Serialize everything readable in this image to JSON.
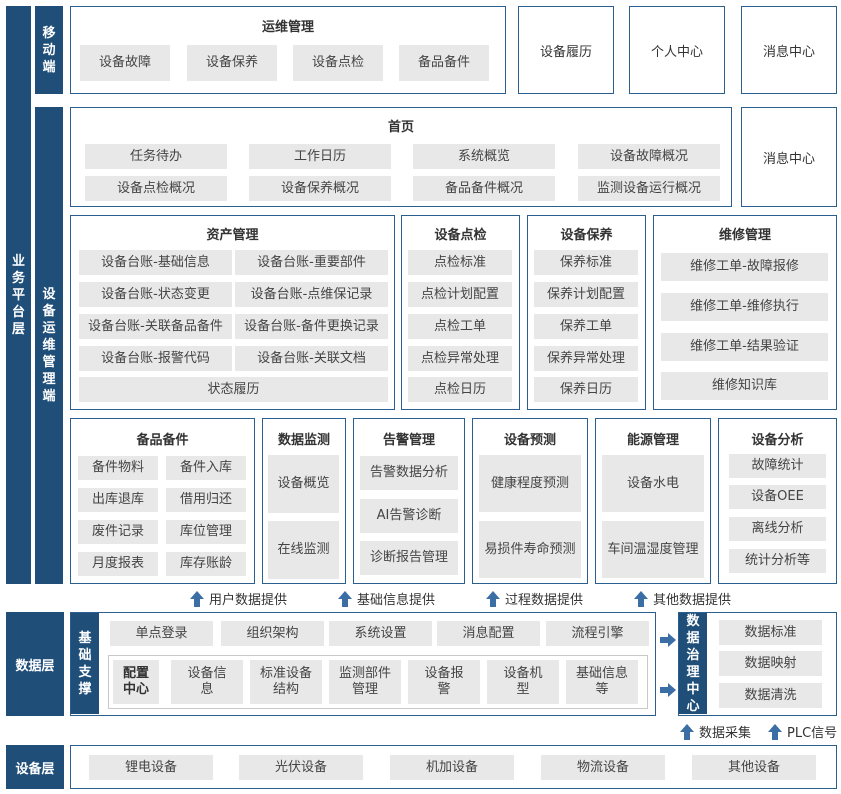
{
  "business_layer": {
    "label": "业务平台层",
    "mobile": {
      "label": "移动端",
      "ops": {
        "title": "运维管理",
        "items": [
          "设备故障",
          "设备保养",
          "设备点检",
          "备品备件"
        ]
      },
      "side": [
        "设备履历",
        "个人中心",
        "消息中心"
      ]
    },
    "ops_end": {
      "label": "设备运维管理端",
      "home": {
        "title": "首页",
        "items": [
          "任务待办",
          "工作日历",
          "系统概览",
          "设备故障概况",
          "设备点检概况",
          "设备保养概况",
          "备品备件概况",
          "监测设备运行概况"
        ]
      },
      "message": "消息中心",
      "asset": {
        "title": "资产管理",
        "items": [
          "设备台账-基础信息",
          "设备台账-重要部件",
          "设备台账-状态变更",
          "设备台账-点维保记录",
          "设备台账-关联备品备件",
          "设备台账-备件更换记录",
          "设备台账-报警代码",
          "设备台账-关联文档",
          "状态履历"
        ]
      },
      "inspect": {
        "title": "设备点检",
        "items": [
          "点检标准",
          "点检计划配置",
          "点检工单",
          "点检异常处理",
          "点检日历"
        ]
      },
      "maintain": {
        "title": "设备保养",
        "items": [
          "保养标准",
          "保养计划配置",
          "保养工单",
          "保养异常处理",
          "保养日历"
        ]
      },
      "repair": {
        "title": "维修管理",
        "items": [
          "维修工单-故障报修",
          "维修工单-维修执行",
          "维修工单-结果验证",
          "维修知识库"
        ]
      },
      "spare": {
        "title": "备品备件",
        "items": [
          "备件物料",
          "备件入库",
          "出库退库",
          "借用归还",
          "废件记录",
          "库位管理",
          "月度报表",
          "库存账龄"
        ]
      },
      "monitor": {
        "title": "数据监测",
        "items": [
          "设备概览",
          "在线监测"
        ]
      },
      "alarm": {
        "title": "告警管理",
        "items": [
          "告警数据分析",
          "AI告警诊断",
          "诊断报告管理"
        ]
      },
      "predict": {
        "title": "设备预测",
        "items": [
          "健康程度预测",
          "易损件寿命预测"
        ]
      },
      "energy": {
        "title": "能源管理",
        "items": [
          "设备水电",
          "车间温湿度管理"
        ]
      },
      "analysis": {
        "title": "设备分析",
        "items": [
          "故障统计",
          "设备OEE",
          "离线分析",
          "统计分析等"
        ]
      }
    }
  },
  "data_supply": [
    "用户数据提供",
    "基础信息提供",
    "过程数据提供",
    "其他数据提供"
  ],
  "data_layer": {
    "label": "数据层",
    "base": {
      "label": "基础支撑",
      "row1": [
        "单点登录",
        "组织架构",
        "系统设置",
        "消息配置",
        "流程引擎"
      ],
      "config_label": "配置中心",
      "row2": [
        "设备信息",
        "标准设备结构",
        "监测部件管理",
        "设备报警",
        "设备机型",
        "基础信息等"
      ]
    },
    "governance": {
      "label": "数据治理中心",
      "items": [
        "数据标准",
        "数据映射",
        "数据清洗"
      ]
    },
    "inputs": [
      "数据采集",
      "PLC信号"
    ]
  },
  "device_layer": {
    "label": "设备层",
    "items": [
      "锂电设备",
      "光伏设备",
      "机加设备",
      "物流设备",
      "其他设备"
    ]
  },
  "colors": {
    "navy": "#1f4e79",
    "gray_box": "#e8e8e8",
    "arrow": "#3a6ea5"
  }
}
